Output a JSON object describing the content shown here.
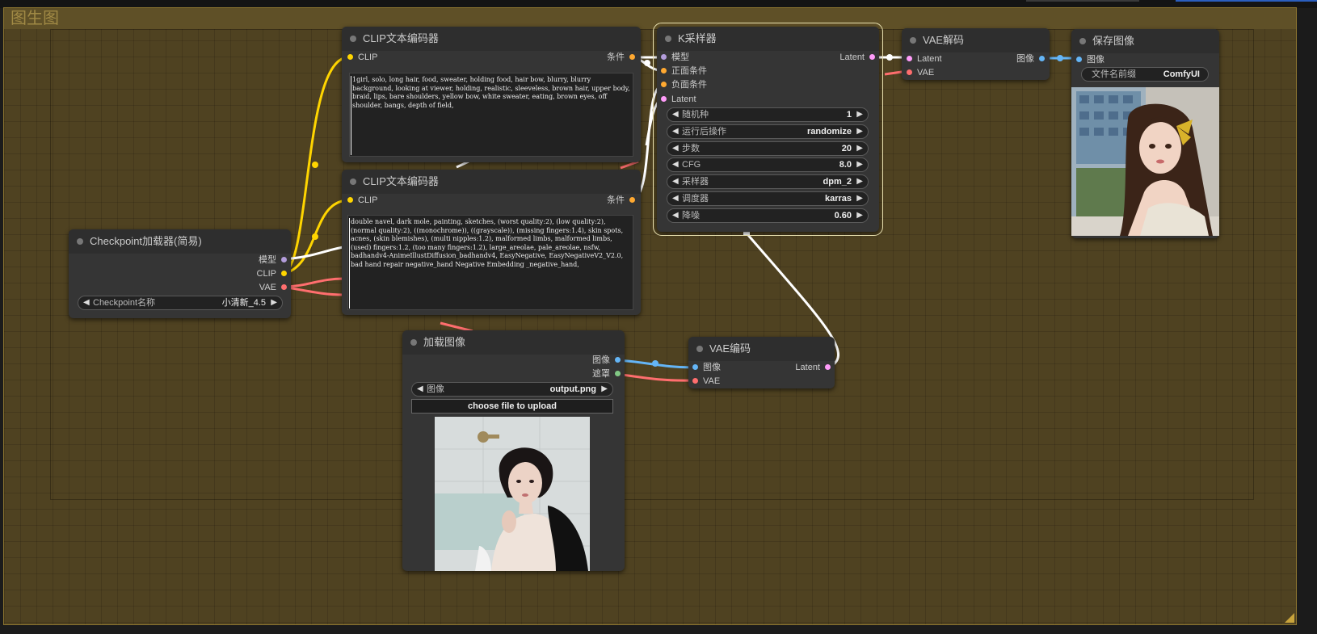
{
  "group": {
    "title": "图生图"
  },
  "clip_top": {
    "title": "CLIP文本编码器",
    "input_label": "CLIP",
    "output_label": "条件",
    "text": "1girl, solo, long hair, food, sweater, holding food, hair bow, blurry, blurry background, looking at viewer, holding, realistic, sleeveless, brown hair, upper body, braid, lips, bare shoulders, yellow bow, white sweater, eating, brown eyes, off shoulder, bangs, depth of field,"
  },
  "clip_bottom": {
    "title": "CLIP文本编码器",
    "input_label": "CLIP",
    "output_label": "条件",
    "text": "double navel, dark mole, painting, sketches, (worst quality:2), (low quality:2), (normal quality:2), ((monochrome)), ((grayscale)), (missing fingers:1.4), skin spots, acnes, (skin blemishes), (multi nipples:1.2), malformed limbs, malformed limbs, (used) fingers:1.2, (too many fingers:1.2), large_areolae, pale_areolae, nsfw, badhandv4-AnimeIllustDiffusion_badhandv4, EasyNegative, EasyNegativeV2_V2.0, bad hand repair negative_hand Negative Embedding _negative_hand,"
  },
  "checkpoint": {
    "title": "Checkpoint加载器(简易)",
    "outputs": {
      "model": "模型",
      "clip": "CLIP",
      "vae": "VAE"
    },
    "widget_label": "Checkpoint名称",
    "widget_value": "小清新_4.5"
  },
  "ksampler": {
    "title": "K采样器",
    "inputs": {
      "model": "模型",
      "positive": "正面条件",
      "negative": "负面条件",
      "latent": "Latent"
    },
    "output_label": "Latent",
    "widgets": [
      {
        "label": "随机种",
        "value": "1"
      },
      {
        "label": "运行后操作",
        "value": "randomize"
      },
      {
        "label": "步数",
        "value": "20"
      },
      {
        "label": "CFG",
        "value": "8.0"
      },
      {
        "label": "采样器",
        "value": "dpm_2"
      },
      {
        "label": "调度器",
        "value": "karras"
      },
      {
        "label": "降噪",
        "value": "0.60"
      }
    ]
  },
  "vae_decode": {
    "title": "VAE解码",
    "inputs": {
      "latent": "Latent",
      "vae": "VAE"
    },
    "output_label": "图像"
  },
  "save_image": {
    "title": "保存图像",
    "input_label": "图像",
    "widget_label": "文件名前缀",
    "widget_value": "ComfyUI"
  },
  "load_image": {
    "title": "加载图像",
    "outputs": {
      "image": "图像",
      "mask": "遮罩"
    },
    "widget_label": "图像",
    "widget_value": "output.png",
    "upload_button": "choose file to upload"
  },
  "vae_encode": {
    "title": "VAE编码",
    "inputs": {
      "image": "图像",
      "vae": "VAE"
    },
    "output_label": "Latent"
  },
  "colors": {
    "model": "#b39ddb",
    "clip": "#ffd500",
    "vae": "#ff6e6e",
    "conditioning": "#ffa931",
    "latent": "#ff9cf9",
    "image": "#64b5f6",
    "mask": "#81c784",
    "group": "#4f4221"
  }
}
